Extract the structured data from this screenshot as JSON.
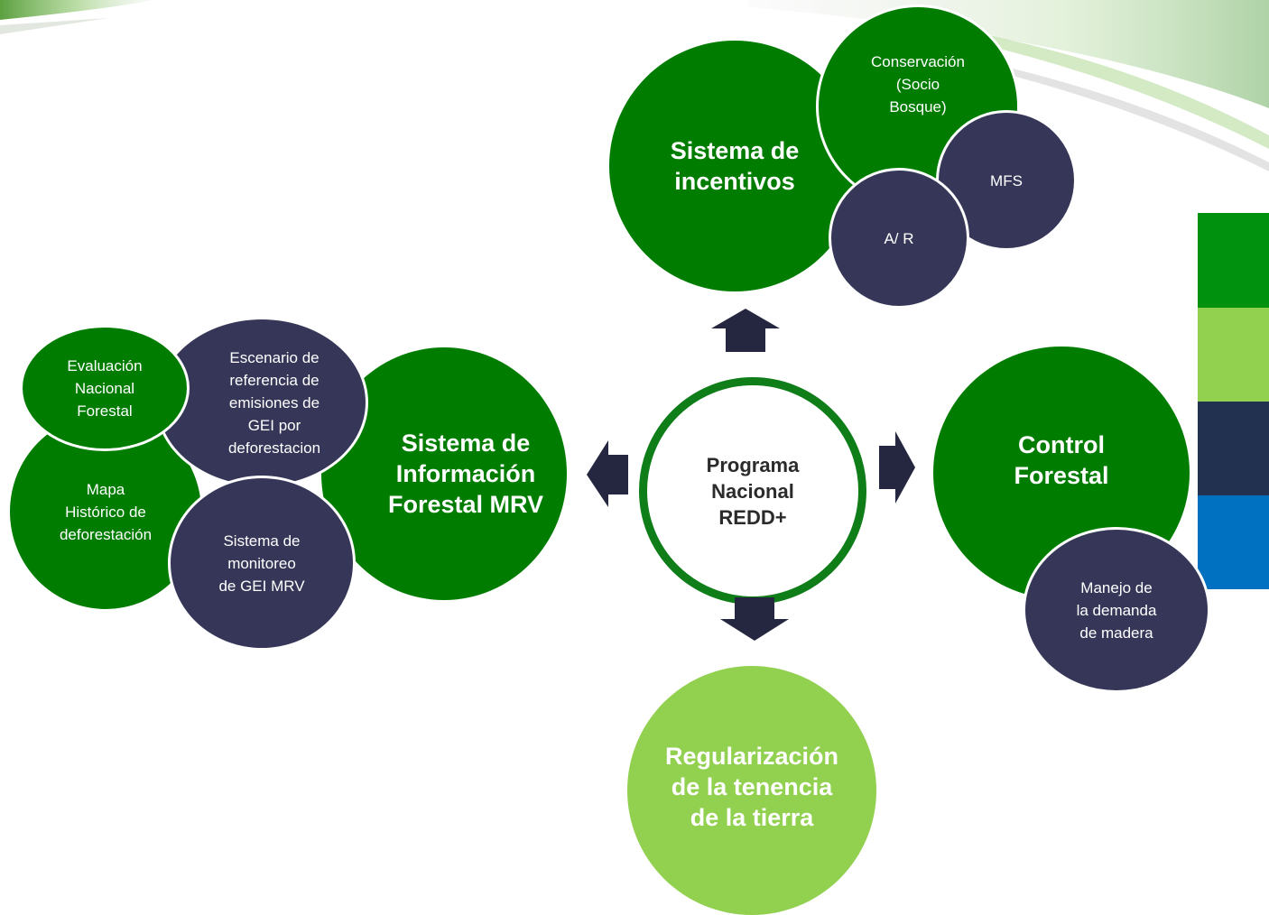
{
  "colors": {
    "dark_green": "#007d00",
    "light_green": "#92d050",
    "navy": "#363758",
    "arrow": "#24273f",
    "ring": "#0f7d18"
  },
  "legend_swatches": [
    "#00910f",
    "#92d050",
    "#22314f",
    "#0070c0"
  ],
  "center": {
    "label": "Programa\nNacional\nREDD+"
  },
  "incentives": {
    "label": "Sistema de\nincentivos",
    "conservation": "Conservación\n(Socio\nBosque)",
    "mfs": "MFS",
    "ar": "A/ R"
  },
  "info_system": {
    "label": "Sistema de\nInformación\nForestal MRV",
    "evaluation": "Evaluación\nNacional\nForestal",
    "scenario": "Escenario de\nreferencia de\nemisiones de\nGEI por\ndeforestacion",
    "historic_map": "Mapa\nHistórico de\ndeforestación",
    "monitoring": "Sistema de\nmonitoreo\nde GEI  MRV"
  },
  "forest_control": {
    "label": "Control\nForestal",
    "demand": "Manejo de\nla demanda\nde madera"
  },
  "tenure": {
    "label": "Regularización\nde la tenencia\nde la tierra"
  }
}
